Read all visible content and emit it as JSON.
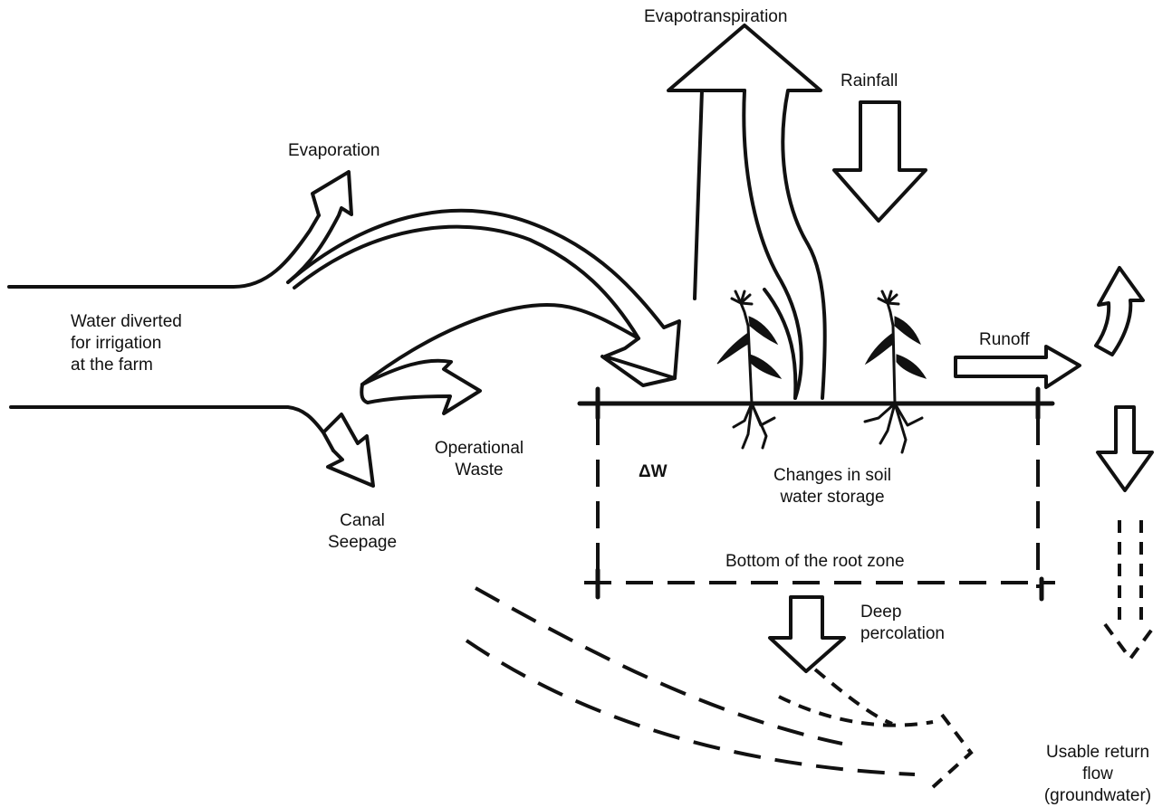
{
  "labels": {
    "evapotranspiration": "Evapotranspiration",
    "rainfall": "Rainfall",
    "evaporation": "Evaporation",
    "water_diverted": [
      "Water diverted",
      "for irrigation",
      "at the farm"
    ],
    "runoff": "Runoff",
    "operational_waste": [
      "Operational",
      "Waste"
    ],
    "canal_seepage": [
      "Canal",
      "Seepage"
    ],
    "delta_w": "ΔW",
    "soil_storage": [
      "Changes in soil",
      "water storage"
    ],
    "root_zone_bottom": "Bottom of the root zone",
    "deep_percolation": [
      "Deep",
      "percolation"
    ],
    "return_flow": [
      "Usable return",
      "flow",
      "(groundwater)"
    ]
  }
}
